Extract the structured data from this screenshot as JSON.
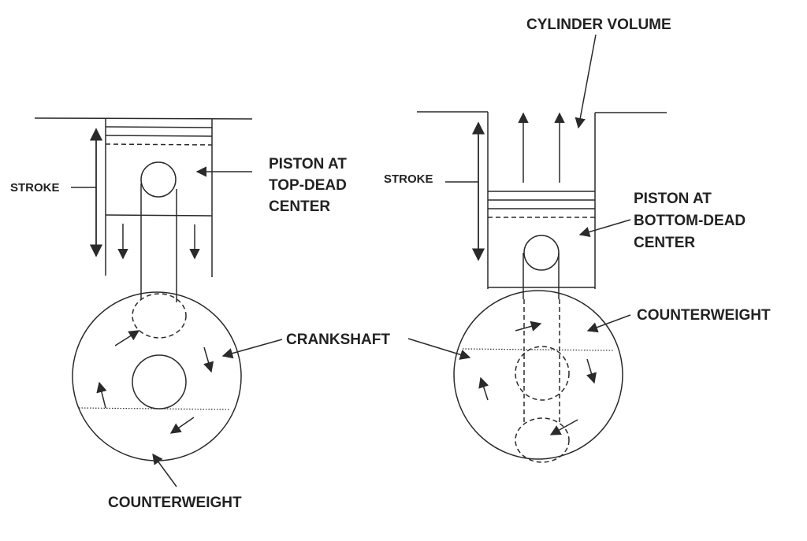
{
  "diagram": {
    "title_label": "CYLINDER VOLUME",
    "left": {
      "stroke_label": "STROKE",
      "piston_label_lines": [
        "PISTON AT",
        "TOP-DEAD",
        "CENTER"
      ],
      "counterweight_label": "COUNTERWEIGHT"
    },
    "shared": {
      "crankshaft_label": "CRANKSHAFT"
    },
    "right": {
      "stroke_label": "STROKE",
      "piston_label_lines": [
        "PISTON AT",
        "BOTTOM-DEAD",
        "CENTER"
      ],
      "counterweight_label": "COUNTERWEIGHT"
    },
    "colors": {
      "ink": "#2a2a2a",
      "background": "#ffffff"
    }
  }
}
